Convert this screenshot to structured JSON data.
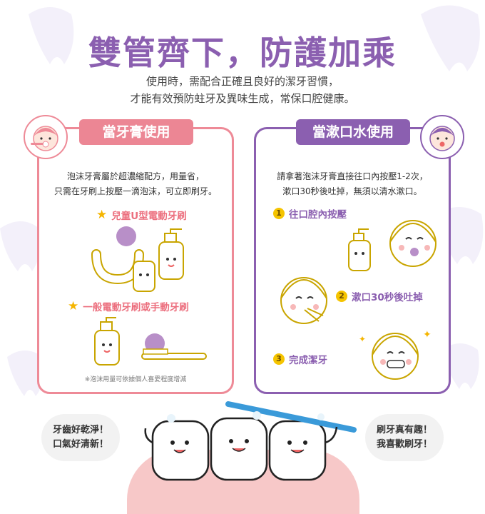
{
  "header": {
    "title": "雙管齊下，防護加乘",
    "subtitle_line1": "使用時，需配合正確且良好的潔牙習慣，",
    "subtitle_line2": "才能有效預防蛀牙及異味生成，常保口腔健康。"
  },
  "left_panel": {
    "title": "當牙膏使用",
    "desc_line1": "泡沫牙膏屬於超濃縮配方，用量省，",
    "desc_line2": "只需在牙刷上按壓一滴泡沫，可立即刷牙。",
    "item1": "兒童U型電動牙刷",
    "item2": "一般電動牙刷或手動牙刷",
    "note": "※泡沫用量可依據個人喜愛程度增減"
  },
  "right_panel": {
    "title": "當漱口水使用",
    "desc_line1": "請拿著泡沫牙膏直接往口內按壓1-2次，",
    "desc_line2": "漱口30秒後吐掉，無須以清水漱口。",
    "step1_num": "1",
    "step1": "往口腔內按壓",
    "step2_num": "2",
    "step2": "漱口30秒後吐掉",
    "step3_num": "3",
    "step3": "完成潔牙"
  },
  "bubbles": {
    "left_line1": "牙齒好乾淨！",
    "left_line2": "口氣好清新！",
    "right_line1": "刷牙真有趣！",
    "right_line2": "我喜歡刷牙！"
  },
  "colors": {
    "purple": "#8b5fb0",
    "pink": "#ec8694",
    "gold": "#c9a500",
    "yellow": "#f5c400"
  }
}
